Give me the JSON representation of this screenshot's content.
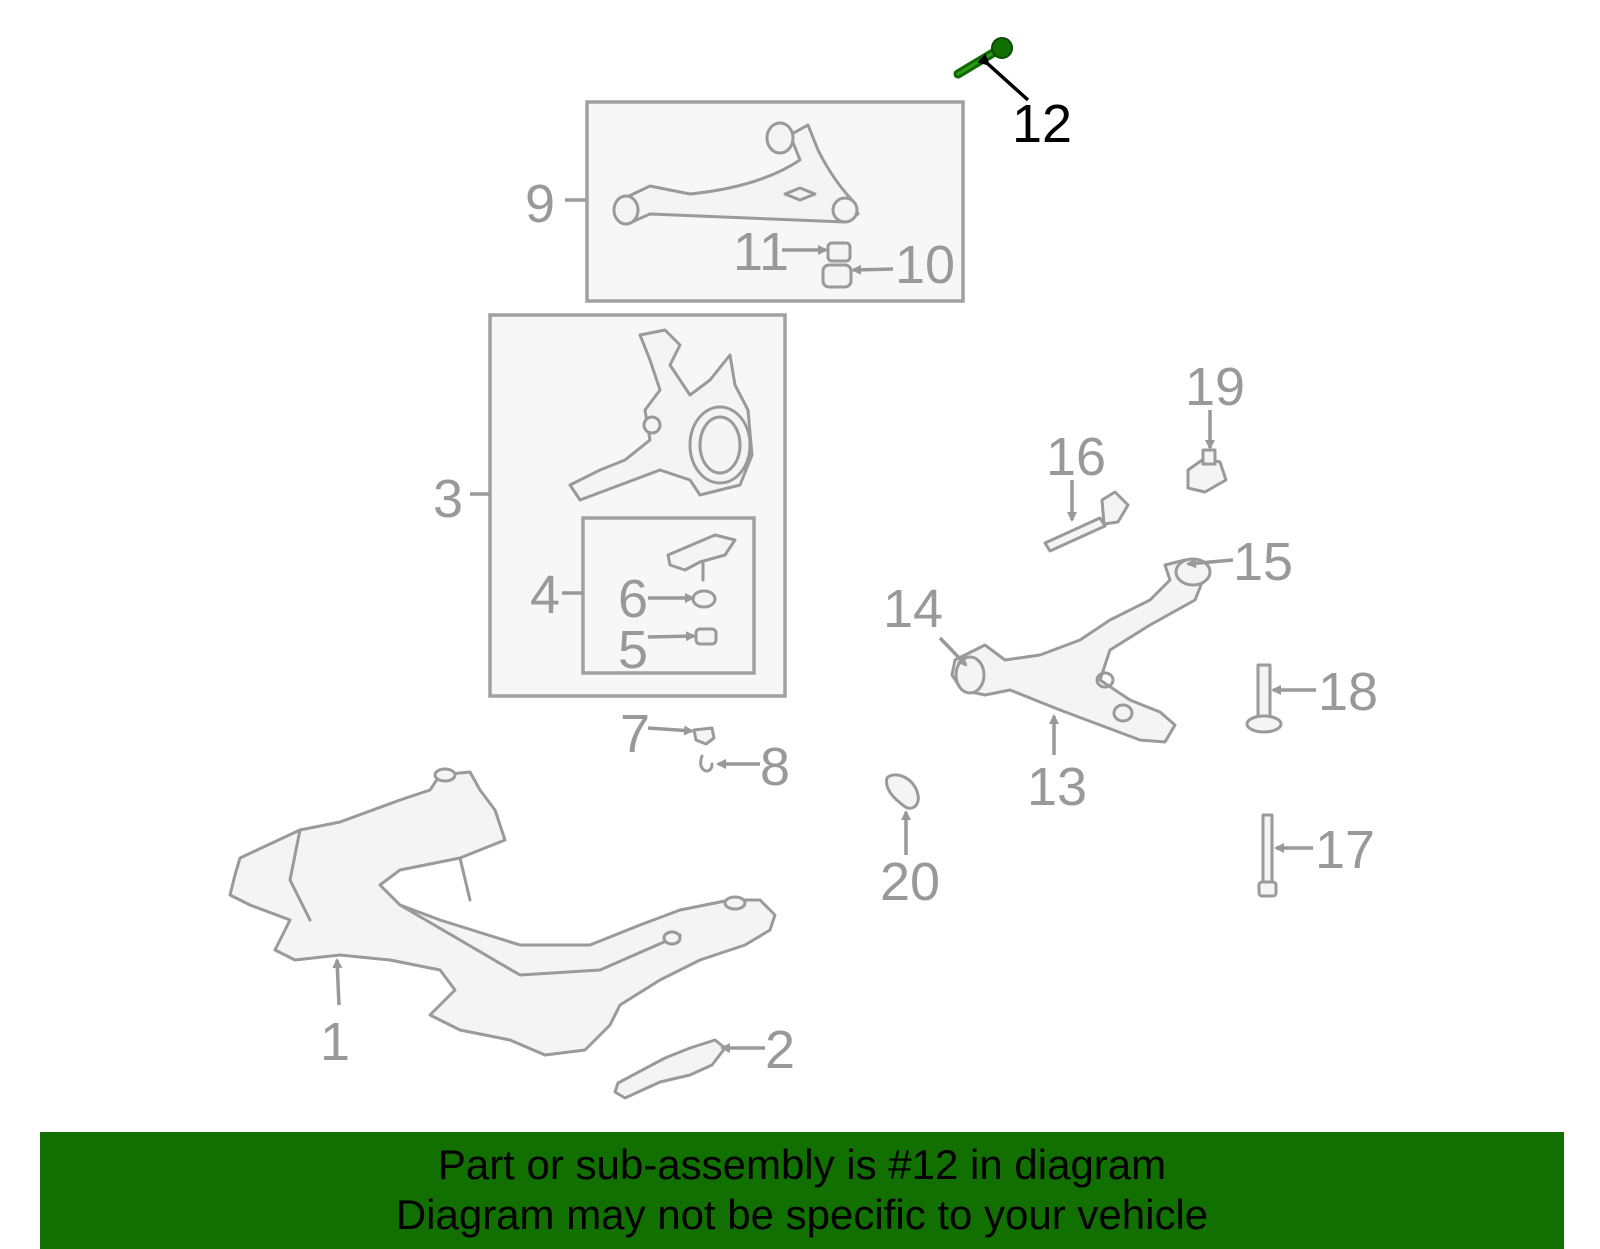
{
  "diagram": {
    "callouts": [
      "1",
      "2",
      "3",
      "4",
      "5",
      "6",
      "7",
      "8",
      "9",
      "10",
      "11",
      "12",
      "13",
      "14",
      "15",
      "16",
      "17",
      "18",
      "19",
      "20"
    ],
    "highlighted_part": "12",
    "colors": {
      "parts_gray": "#999999",
      "highlight_part": "#117000",
      "box_fill": "#f7f7f7",
      "banner_bg": "#117000"
    }
  },
  "banner": {
    "line1": "Part or sub-assembly is #12 in diagram",
    "line2": "Diagram may not be specific to your vehicle"
  }
}
